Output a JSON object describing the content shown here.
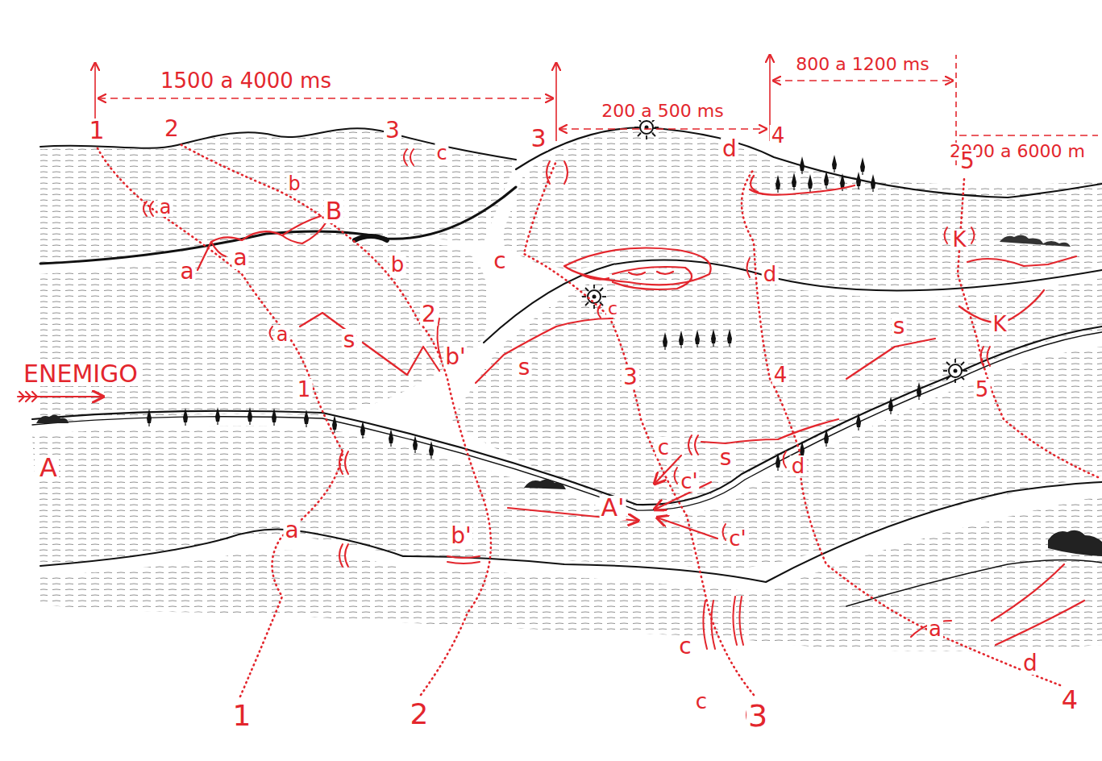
{
  "diagram": {
    "labels": [
      "1500 a 4000 ms",
      "200 a 500 ms",
      "800 a 1200 ms",
      "2000 a 6000 m",
      "1",
      "2",
      "3",
      "3",
      "4",
      "5",
      "a",
      "b",
      "B",
      "c",
      "d",
      "a",
      "a",
      "b",
      "c",
      "d",
      "K",
      "K",
      "a",
      "s",
      "2",
      "s",
      "c",
      "3",
      "4",
      "s",
      "5",
      "ENEMIGO",
      "A",
      "1",
      "b'",
      "c",
      "s",
      "c'",
      "d",
      "A'",
      "a",
      "b'",
      "c'",
      "c",
      "c",
      "a",
      "d",
      "4",
      "1",
      "2",
      "3"
    ]
  }
}
